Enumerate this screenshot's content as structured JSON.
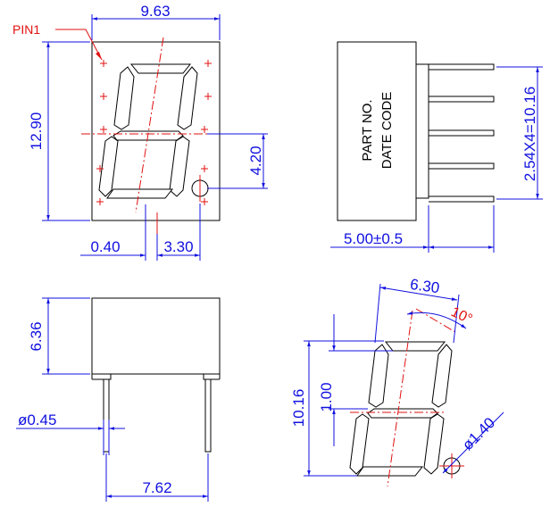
{
  "front_view": {
    "width_label": "9.63",
    "height_label": "12.90",
    "pin_label": "PIN1",
    "dp_offset_label": "4.20",
    "left_offset_label": "0.40",
    "segment_offset_label": "3.30"
  },
  "side_view": {
    "part_no_label": "PART NO.",
    "date_code_label": "DATE CODE",
    "pin_pitch_label": "2.54X4=10.16",
    "lead_length_label": "5.00±0.5"
  },
  "bottom_view": {
    "height_label": "6.36",
    "lead_diameter_label": "ø0.45",
    "lead_spacing_label": "7.62"
  },
  "segment_view": {
    "digit_width_label": "6.30",
    "tilt_angle_label": "10°",
    "digit_height_label": "10.16",
    "segment_width_label": "1.00",
    "dp_diameter_label": "ø1.40"
  },
  "colors": {
    "dimension": "#1010e0",
    "centerline": "#e01010",
    "outline": "#000000"
  }
}
